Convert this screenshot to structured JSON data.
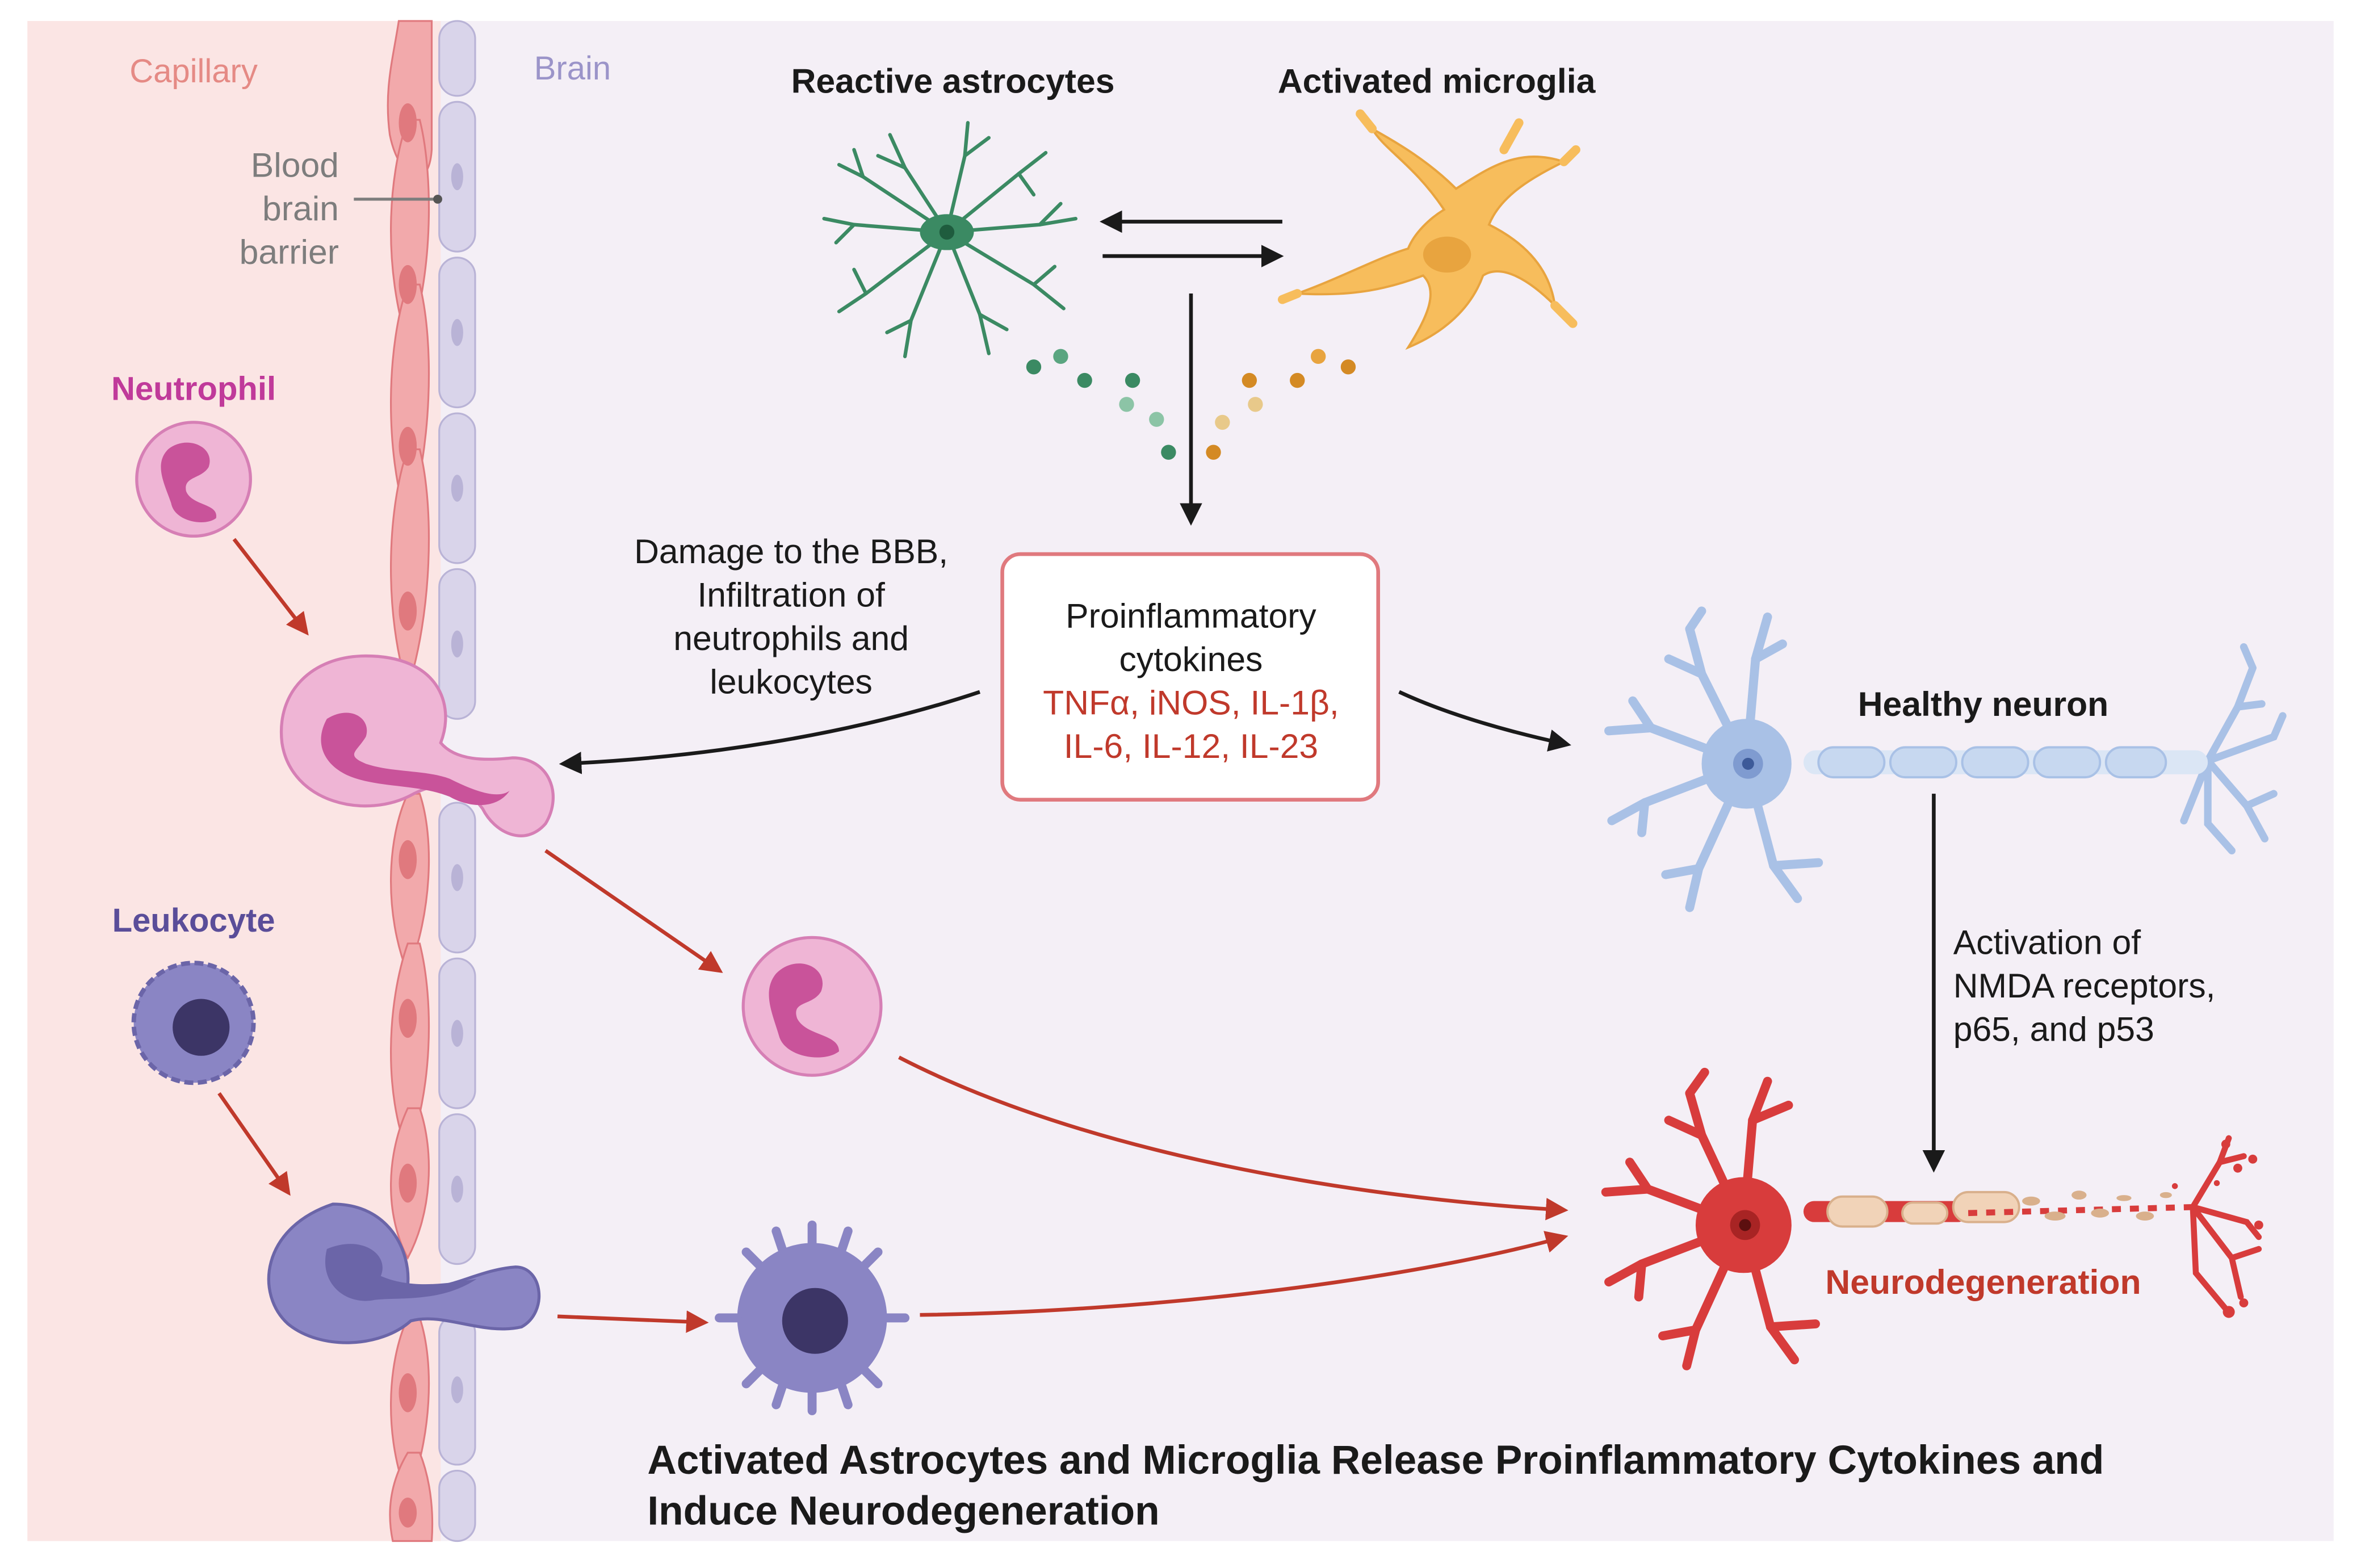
{
  "capillary_label": "Capillary",
  "brain_label": "Brain",
  "bbb_label": [
    "Blood",
    "brain",
    "barrier"
  ],
  "neutrophil_label": "Neutrophil",
  "leukocyte_label": "Leukocyte",
  "reactive_astrocytes_label": "Reactive astrocytes",
  "activated_microglia_label": "Activated microglia",
  "damage_text": [
    "Damage to the BBB,",
    "Infiltration of",
    "neutrophils and",
    "leukocytes"
  ],
  "cytokine_box": {
    "title": [
      "Proinflammatory",
      "cytokines"
    ],
    "list": [
      "TNFα, iNOS, IL-1β,",
      "IL-6, IL-12, IL-23"
    ]
  },
  "healthy_neuron_label": "Healthy neuron",
  "activation_text": [
    "Activation of",
    "NMDA receptors,",
    "p65, and p53"
  ],
  "neurodegeneration_label": "Neurodegeneration",
  "caption": [
    "Activated Astrocytes and Microglia Release Proinflammatory Cytokines and",
    "Induce Neurodegeneration"
  ],
  "colors": {
    "capillary_bg": "#fbe5e4",
    "brain_bg": "#f4eff6",
    "endothelial": "#f2a9ab",
    "endothelial_nucleus": "#e0797e",
    "glia_wall": "#d9d4ea",
    "neutrophil": "#efb5d5",
    "neutrophil_nucleus": "#c9539a",
    "leukocyte": "#8a85c4",
    "leukocyte_nucleus": "#3c3566",
    "astrocyte": "#3b8a63",
    "microglia": "#f7bd5c",
    "healthy_neuron": "#a9c1e6",
    "degenerating_neuron": "#d83c3c",
    "cytokine_red": "#c0392b",
    "box_border": "#e0797e",
    "arrow_red": "#c0392b",
    "arrow_black": "#1a1a1a"
  }
}
